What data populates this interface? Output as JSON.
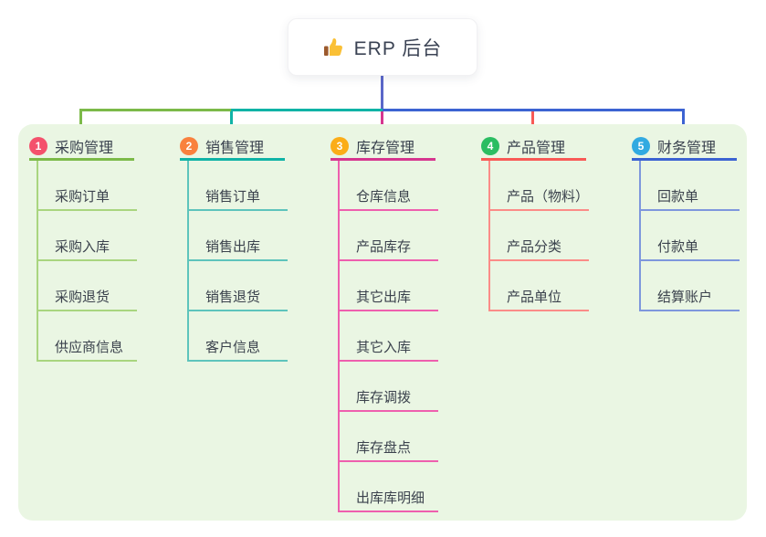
{
  "root": {
    "title": "ERP 后台",
    "icon": "thumbs-up-icon",
    "line_color": "#5a67c9"
  },
  "canvas": {
    "background": "#ffffff",
    "panel_background": "#eaf6e3"
  },
  "branches": [
    {
      "number": "1",
      "label": "采购管理",
      "badge_color": "#f4516c",
      "line_color": "#7cba49",
      "child_line_color": "#a9d57f",
      "children": [
        "采购订单",
        "采购入库",
        "采购退货",
        "供应商信息"
      ]
    },
    {
      "number": "2",
      "label": "销售管理",
      "badge_color": "#f9813e",
      "line_color": "#10b3a6",
      "child_line_color": "#5ec4bc",
      "children": [
        "销售订单",
        "销售出库",
        "销售退货",
        "客户信息"
      ]
    },
    {
      "number": "3",
      "label": "库存管理",
      "badge_color": "#fbad18",
      "line_color": "#d6368f",
      "child_line_color": "#ee5fae",
      "children": [
        "仓库信息",
        "产品库存",
        "其它出库",
        "其它入库",
        "库存调拨",
        "库存盘点",
        "出库库明细"
      ]
    },
    {
      "number": "4",
      "label": "产品管理",
      "badge_color": "#2bbd62",
      "line_color": "#f85a56",
      "child_line_color": "#fb8c88",
      "children": [
        "产品（物料）",
        "产品分类",
        "产品单位"
      ]
    },
    {
      "number": "5",
      "label": "财务管理",
      "badge_color": "#32aae1",
      "line_color": "#3c63d2",
      "child_line_color": "#7e97dd",
      "children": [
        "回款单",
        "付款单",
        "结算账户"
      ]
    }
  ]
}
